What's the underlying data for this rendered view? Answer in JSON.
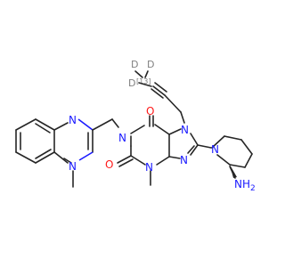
{
  "atoms": {
    "deuterium": "D",
    "isotope": "13",
    "carbon_label": "C",
    "nitrogen": "N",
    "oxygen": "O",
    "amine": "NH",
    "amine_h_count": "2"
  },
  "colors": {
    "bond": "#262626",
    "nitrogen": "#1a1aff",
    "oxygen": "#ff1a1a",
    "deuterium": "#808080",
    "background": "#ffffff"
  }
}
